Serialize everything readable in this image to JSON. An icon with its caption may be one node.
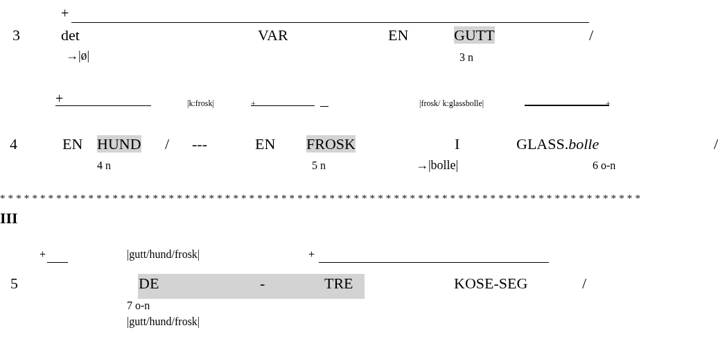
{
  "diagram": {
    "labels": [
      "+",
      "3",
      "det",
      "VAR",
      "EN",
      "GUTT",
      "/",
      "→|ø|",
      "3 n",
      "+",
      "|k:frosk|",
      "+",
      "|frosk/ k:glassbolle|",
      "+",
      "4",
      "EN",
      "HUND",
      "/",
      "---",
      "EN",
      "FROSK",
      "I",
      "GLASS.*bolle*",
      "/",
      "4 n",
      "5 n",
      "→|bolle|",
      "6 o-n",
      "********************************************************************************",
      "III",
      "+",
      "|gutt/hund/frosk|",
      "+",
      "5",
      "DE",
      "-",
      "TRE",
      "KOSE-SEG",
      "/",
      "7 o-n",
      "|gutt/hund/frosk|"
    ]
  }
}
